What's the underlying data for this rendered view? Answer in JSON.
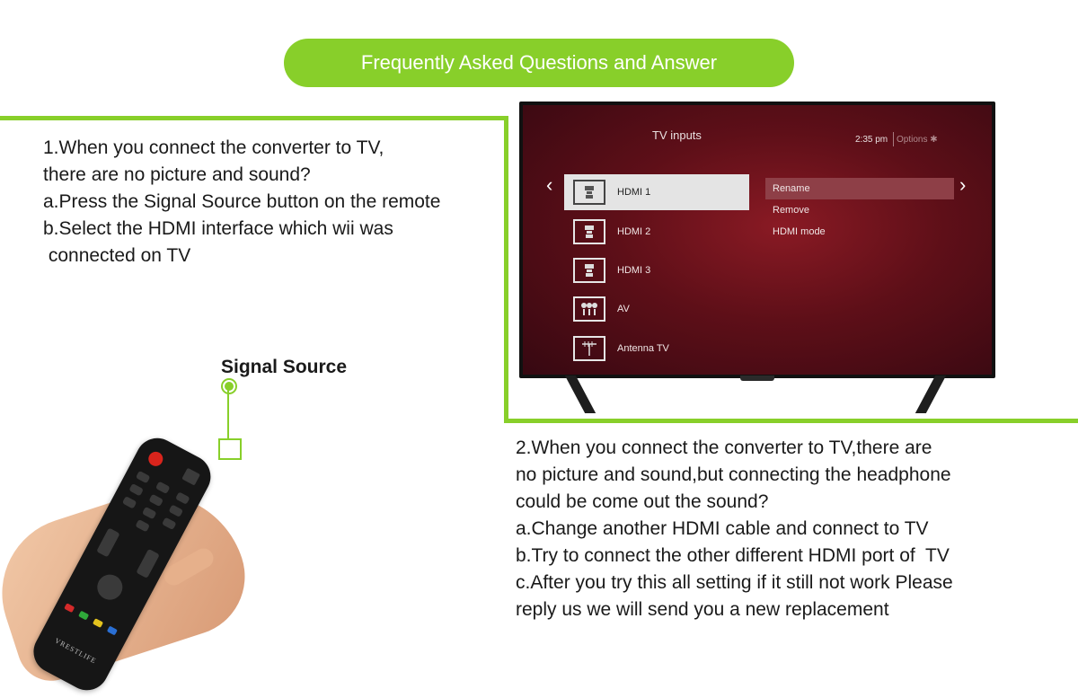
{
  "banner": {
    "title": "Frequently Asked Questions and Answer"
  },
  "faq1": {
    "lines": [
      "1.When you connect the converter to TV,",
      "there are no picture and sound?",
      "a.Press the Signal Source button on the remote",
      "b.Select the HDMI interface which wii was",
      " connected on TV"
    ]
  },
  "faq2": {
    "lines": [
      "2.When you connect the converter to TV,there are",
      "no picture and sound,but connecting the headphone",
      "could be come out the sound?",
      "a.Change another HDMI cable and connect to TV",
      "b.Try to connect the other different HDMI port of  TV",
      "c.After you try this all setting if it still not work Please",
      "reply us we will send you a new replacement"
    ]
  },
  "remote": {
    "callout_label": "Signal Source",
    "brand": "VRESTLIFE"
  },
  "tv": {
    "title": "TV inputs",
    "clock": "2:35 pm",
    "options": "Options ✱",
    "inputs": [
      {
        "label": "HDMI 1",
        "selected": true,
        "icon": "hdmi-icon"
      },
      {
        "label": "HDMI 2",
        "selected": false,
        "icon": "hdmi-icon"
      },
      {
        "label": "HDMI 3",
        "selected": false,
        "icon": "hdmi-icon"
      },
      {
        "label": "AV",
        "selected": false,
        "icon": "av-icon"
      },
      {
        "label": "Antenna TV",
        "selected": false,
        "icon": "antenna-icon"
      }
    ],
    "menu": [
      "Rename",
      "Remove",
      "HDMI mode"
    ]
  },
  "colors": {
    "accent": "#88cf2a",
    "tv_bg": "#5e0f18",
    "power": "#d9241c"
  }
}
